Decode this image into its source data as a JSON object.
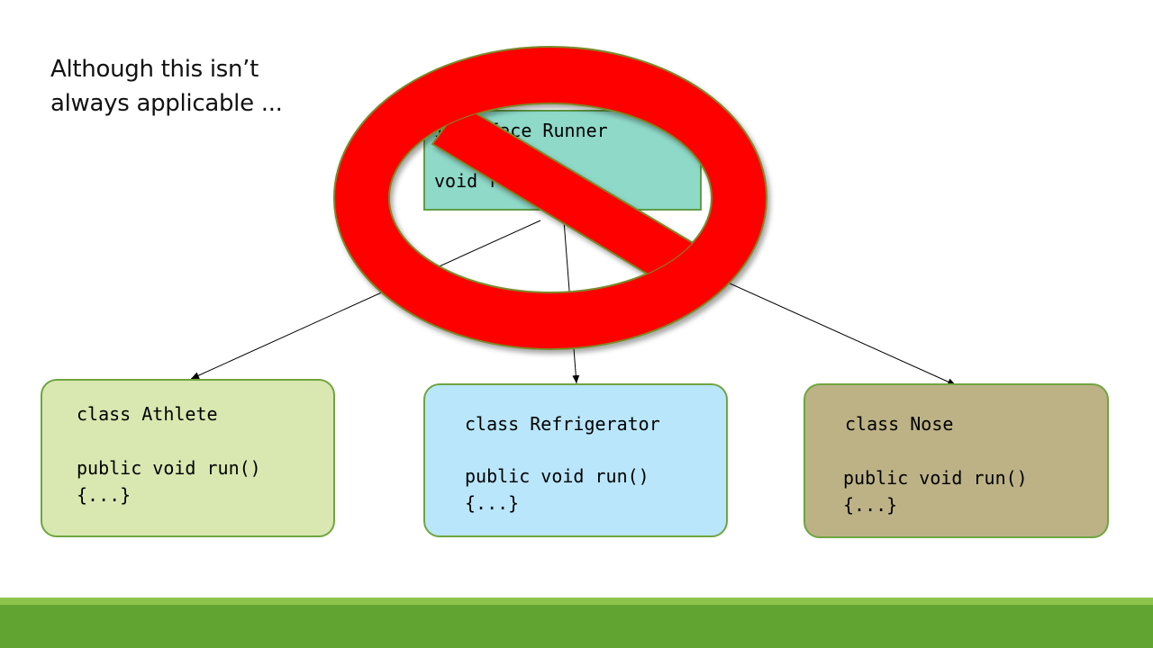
{
  "caption": {
    "line1": "Although this isn’t",
    "line2": "always applicable ..."
  },
  "interface_box": {
    "line1": "interface Runner",
    "line2": "void run();"
  },
  "classes": [
    {
      "name": "class Athlete",
      "method": "public void run()",
      "body": "{...}"
    },
    {
      "name": "class Refrigerator",
      "method": "public void run()",
      "body": "{...}"
    },
    {
      "name": "class Nose",
      "method": "public void run()",
      "body": "{...}"
    }
  ],
  "colors": {
    "interface_fill": "#8fd9c9",
    "athlete_fill": "#d8e8b0",
    "refrigerator_fill": "#b9e6fa",
    "nose_fill": "#bcb286",
    "prohibition_red": "#ff0000",
    "footer_green": "#62a432"
  },
  "icons": {
    "prohibition": "no-entry-prohibition-icon"
  }
}
